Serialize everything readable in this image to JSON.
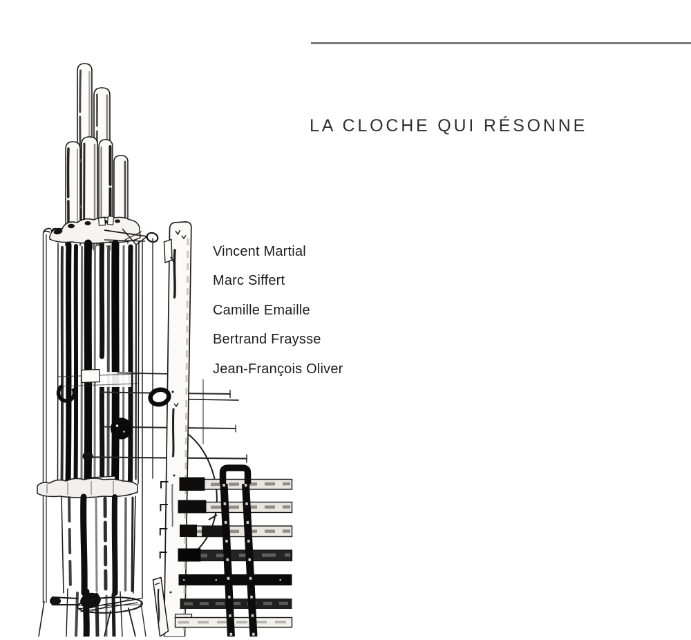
{
  "artwork": {
    "title": "LA CLOCHE QUI RÉSONNE",
    "credits": [
      "Vincent Martial",
      "Marc Siffert",
      "Camille Emaille",
      "Bertrand Fraysse",
      "Jean-François Oliver"
    ],
    "illustration_name": "bell-machine-sketch",
    "colors": {
      "background": "#ffffff",
      "ink": "#141414",
      "rule": "#7b7b7b",
      "title_text": "#2e2e2e",
      "credit_text": "#1c1c1c"
    }
  }
}
